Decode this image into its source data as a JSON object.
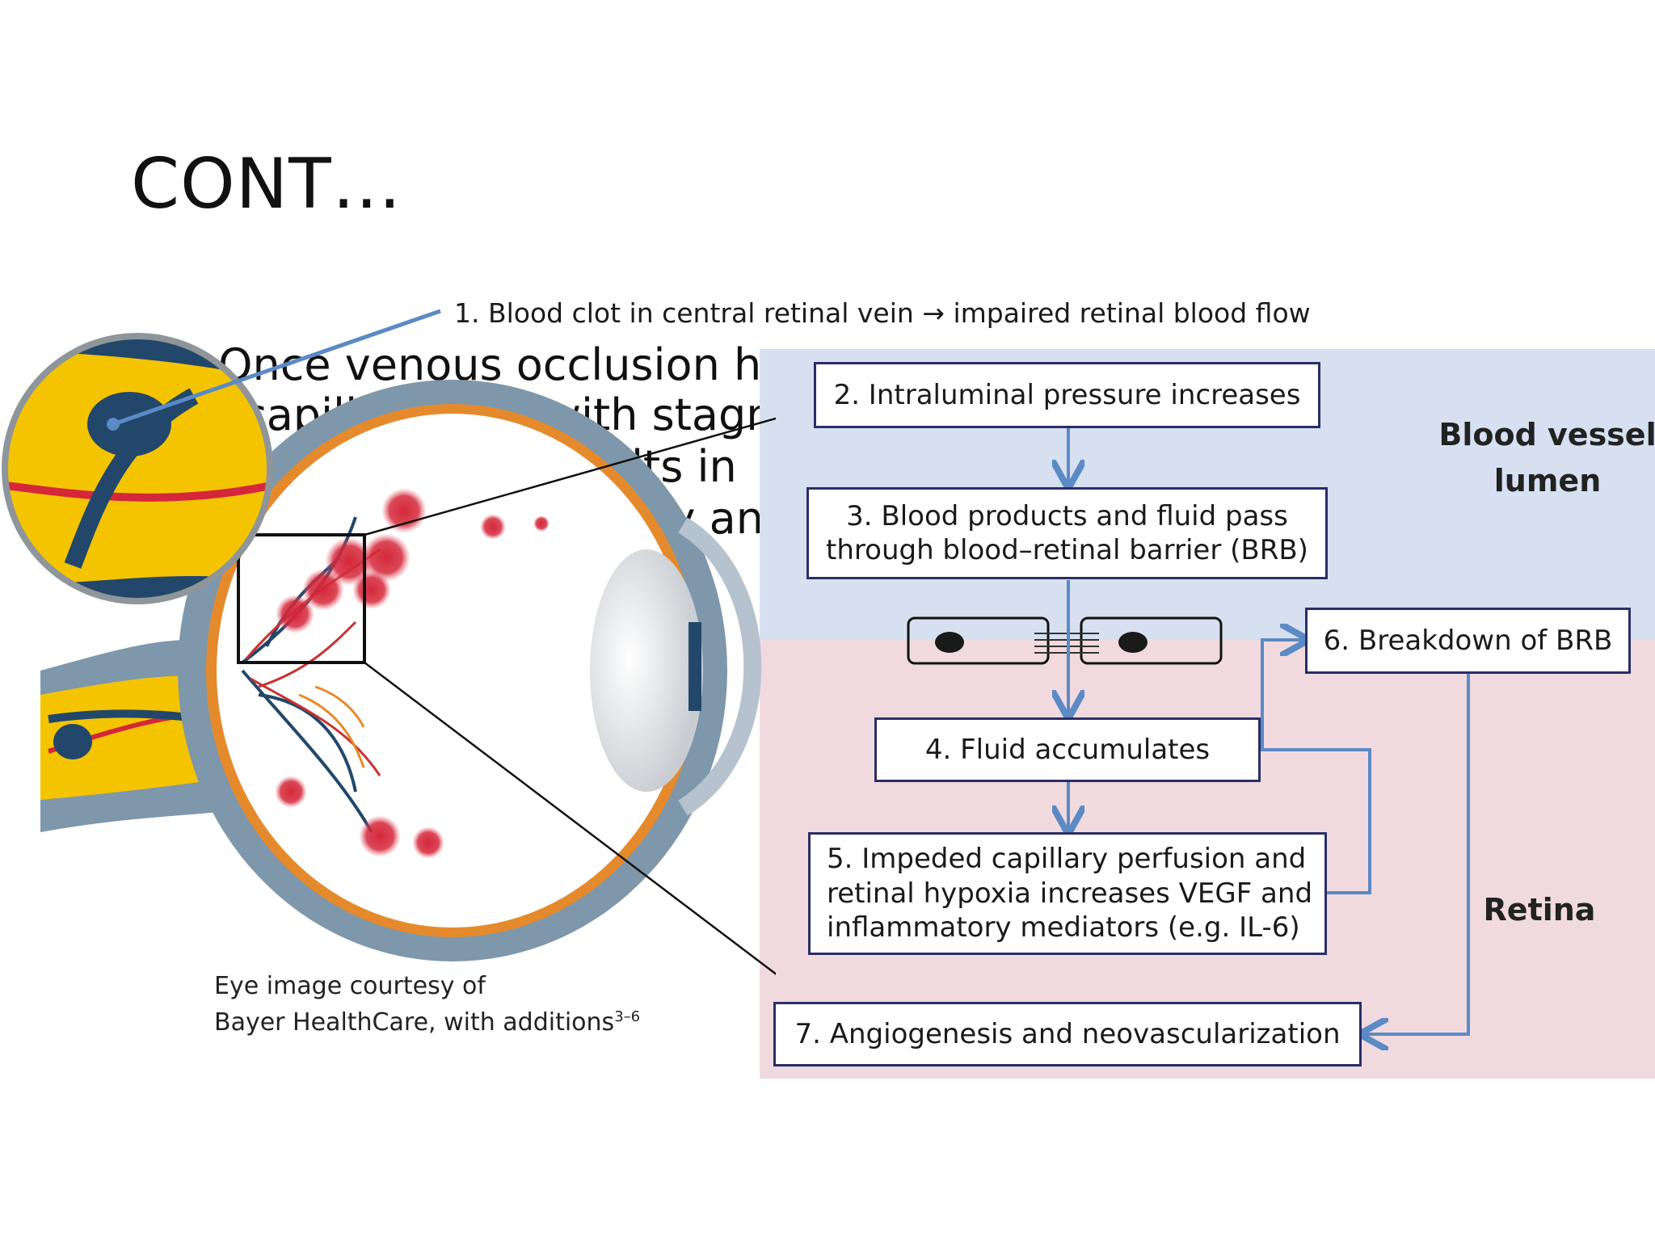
{
  "slide": {
    "title": "CONT…",
    "background_text": [
      "Once venous occlusion has occurred, the design of venous and",
      "capillary flow with stagnation",
      "in turn results in",
      "ischaemic injury and inflammation"
    ]
  },
  "diagram": {
    "annotation_1": "1. Blood clot in central retinal vein → impaired retinal blood flow",
    "steps": [
      {
        "id": "step-2",
        "text": "2. Intraluminal pressure increases"
      },
      {
        "id": "step-3",
        "text": "3. Blood products and fluid pass\nthrough blood–retinal barrier (BRB)"
      },
      {
        "id": "step-4",
        "text": "4. Fluid accumulates"
      },
      {
        "id": "step-5",
        "text": "5. Impeded capillary perfusion and\nretinal hypoxia increases VEGF and\ninflammatory mediators (e.g. IL-6)"
      },
      {
        "id": "step-6",
        "text": "6. Breakdown of BRB"
      },
      {
        "id": "step-7",
        "text": "7. Angiogenesis and neovascularization"
      }
    ],
    "regions": {
      "lumen": "Blood vessel\nlumen",
      "retina": "Retina"
    },
    "credit_line1": "Eye image courtesy of",
    "credit_line2": "Bayer HealthCare, with additions",
    "credit_superscript": "3–6"
  },
  "colors": {
    "lumen_bg": "#d7e0f0",
    "retina_bg": "#f1dadf",
    "arrow": "#5b8ac4",
    "box_border": "#2a2f66",
    "eye_outer": "#7f97aa",
    "vessel_yellow": "#f5c400",
    "vessel_blue": "#22476b",
    "hemorrhage": "#d4283a"
  }
}
